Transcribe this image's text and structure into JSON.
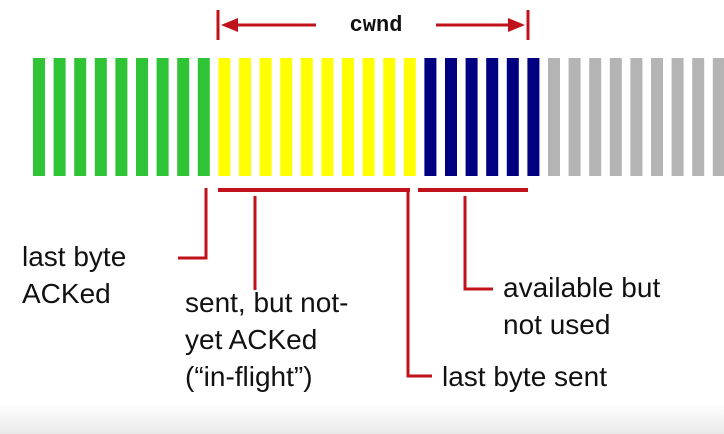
{
  "window_label": "cwnd",
  "colors": {
    "acked": "#2ec435",
    "in_flight": "#ffff00",
    "usable": "#000080",
    "not_usable": "#b4b4b4",
    "annotation": "#c0121a"
  },
  "segments": [
    {
      "state": "acked",
      "bars": 9
    },
    {
      "state": "in_flight",
      "bars": 10
    },
    {
      "state": "usable",
      "bars": 6
    },
    {
      "state": "not_usable",
      "bars": 9
    }
  ],
  "labels": {
    "last_byte_acked": [
      "last byte",
      "ACKed"
    ],
    "sent_not_acked": [
      "sent, but not-",
      "yet ACKed",
      "(“in-flight”)"
    ],
    "available_not_used": [
      "available but",
      "not used"
    ],
    "last_byte_sent": "last byte sent"
  }
}
